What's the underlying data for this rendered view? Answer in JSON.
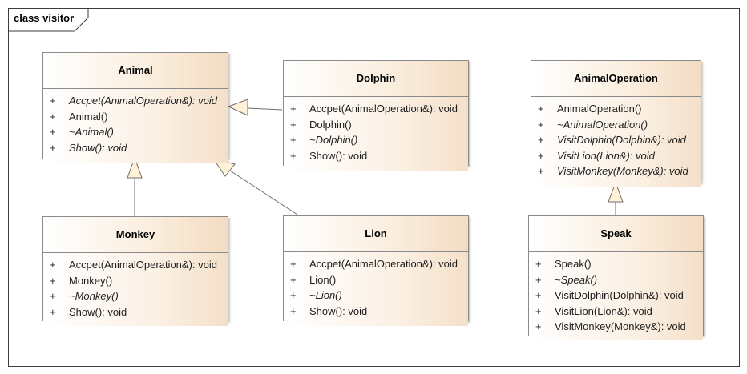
{
  "diagram": {
    "frame_title": "class visitor",
    "classes": {
      "animal": {
        "name": "Animal",
        "operations": [
          {
            "vis": "+",
            "sig": "Accpet(AnimalOperation&): void",
            "italic": true
          },
          {
            "vis": "+",
            "sig": "Animal()",
            "italic": false
          },
          {
            "vis": "+",
            "sig": "~Animal()",
            "italic": true
          },
          {
            "vis": "+",
            "sig": "Show(): void",
            "italic": true
          }
        ]
      },
      "dolphin": {
        "name": "Dolphin",
        "operations": [
          {
            "vis": "+",
            "sig": "Accpet(AnimalOperation&): void",
            "italic": false
          },
          {
            "vis": "+",
            "sig": "Dolphin()",
            "italic": false
          },
          {
            "vis": "+",
            "sig": "~Dolphin()",
            "italic": true
          },
          {
            "vis": "+",
            "sig": "Show(): void",
            "italic": false
          }
        ]
      },
      "monkey": {
        "name": "Monkey",
        "operations": [
          {
            "vis": "+",
            "sig": "Accpet(AnimalOperation&): void",
            "italic": false
          },
          {
            "vis": "+",
            "sig": "Monkey()",
            "italic": false
          },
          {
            "vis": "+",
            "sig": "~Monkey()",
            "italic": true
          },
          {
            "vis": "+",
            "sig": "Show(): void",
            "italic": false
          }
        ]
      },
      "lion": {
        "name": "Lion",
        "operations": [
          {
            "vis": "+",
            "sig": "Accpet(AnimalOperation&): void",
            "italic": false
          },
          {
            "vis": "+",
            "sig": "Lion()",
            "italic": false
          },
          {
            "vis": "+",
            "sig": "~Lion()",
            "italic": true
          },
          {
            "vis": "+",
            "sig": "Show(): void",
            "italic": false
          }
        ]
      },
      "animal_operation": {
        "name": "AnimalOperation",
        "operations": [
          {
            "vis": "+",
            "sig": "AnimalOperation()",
            "italic": false
          },
          {
            "vis": "+",
            "sig": "~AnimalOperation()",
            "italic": true
          },
          {
            "vis": "+",
            "sig": "VisitDolphin(Dolphin&): void",
            "italic": true
          },
          {
            "vis": "+",
            "sig": "VisitLion(Lion&): void",
            "italic": true
          },
          {
            "vis": "+",
            "sig": "VisitMonkey(Monkey&): void",
            "italic": true
          }
        ]
      },
      "speak": {
        "name": "Speak",
        "operations": [
          {
            "vis": "+",
            "sig": "Speak()",
            "italic": false
          },
          {
            "vis": "+",
            "sig": "~Speak()",
            "italic": true
          },
          {
            "vis": "+",
            "sig": "VisitDolphin(Dolphin&): void",
            "italic": false
          },
          {
            "vis": "+",
            "sig": "VisitLion(Lion&): void",
            "italic": false
          },
          {
            "vis": "+",
            "sig": "VisitMonkey(Monkey&): void",
            "italic": false
          }
        ]
      }
    },
    "generalizations": [
      {
        "child": "Dolphin",
        "parent": "Animal"
      },
      {
        "child": "Monkey",
        "parent": "Animal"
      },
      {
        "child": "Lion",
        "parent": "Animal"
      },
      {
        "child": "Speak",
        "parent": "AnimalOperation"
      }
    ]
  }
}
